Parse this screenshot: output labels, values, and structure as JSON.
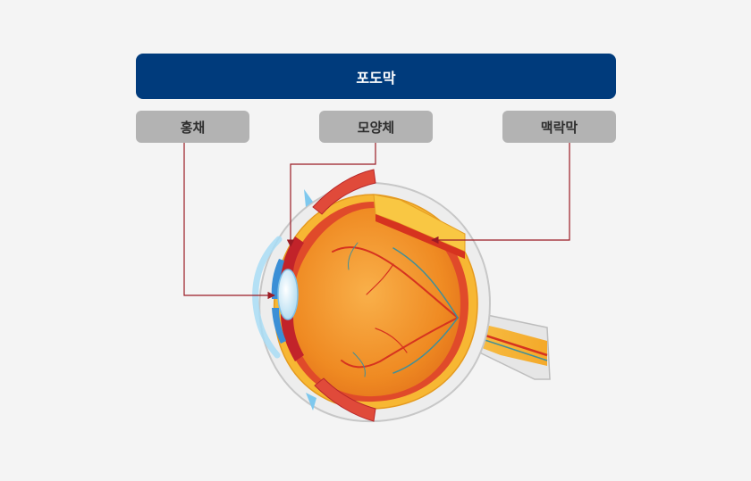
{
  "title": "포도막",
  "parts": {
    "iris": "홍채",
    "ciliary_body": "모양체",
    "choroid": "맥락막"
  },
  "colors": {
    "header_bg": "#003b7c",
    "label_bg": "#b3b3b3",
    "leader_line": "#9b1b24",
    "background": "#f4f4f4"
  }
}
